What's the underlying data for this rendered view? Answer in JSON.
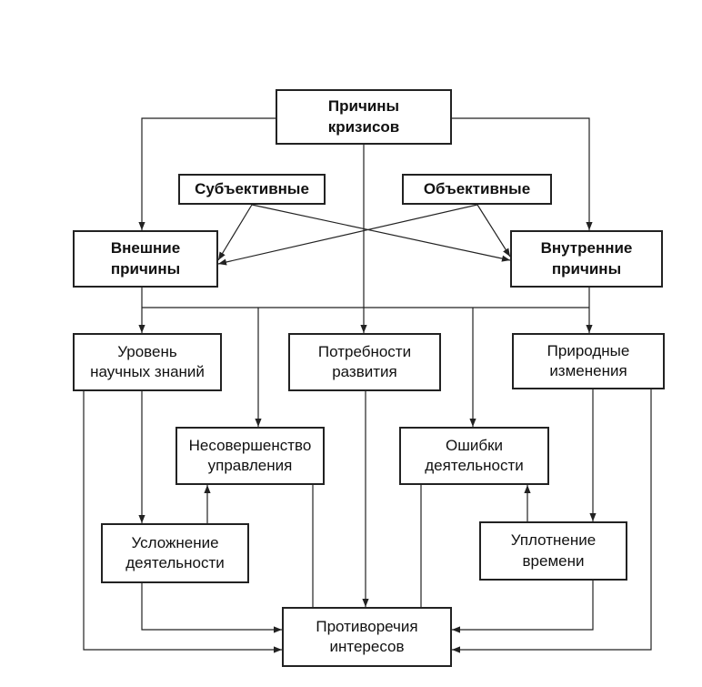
{
  "nodes": {
    "root": "Причины\nкризисов",
    "subjective": "Субъективные",
    "objective": "Объективные",
    "external": "Внешние\nпричины",
    "internal": "Внутренние\nпричины",
    "knowledge": "Уровень\nнаучных знаний",
    "development_needs": "Потребности\nразвития",
    "natural_changes": "Природные\nизменения",
    "management_imperfection": "Несовершенство\nуправления",
    "activity_errors": "Ошибки\nдеятельности",
    "activity_complication": "Усложнение\nдеятельности",
    "time_compression": "Уплотнение\nвремени",
    "interest_contradictions": "Противоречия\nинтересов"
  },
  "colors": {
    "line": "#222222",
    "box_border": "#222222",
    "background": "#ffffff"
  }
}
